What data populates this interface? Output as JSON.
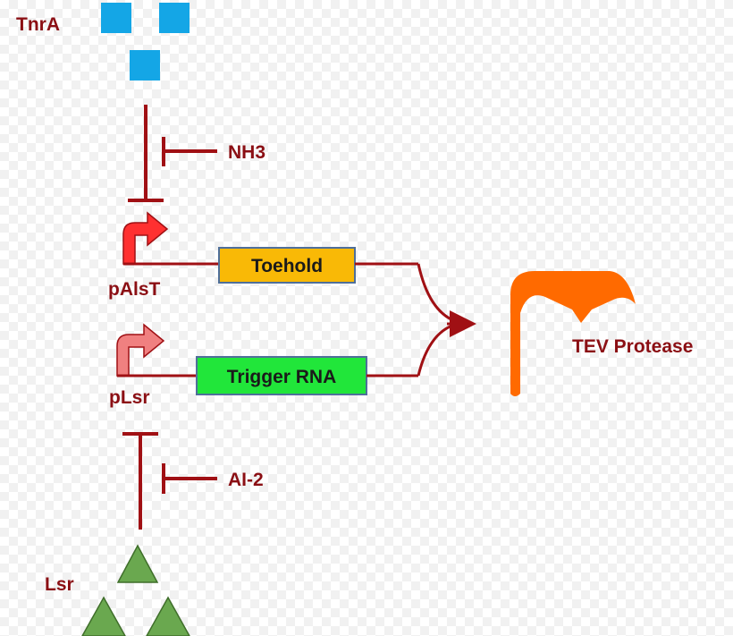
{
  "colors": {
    "line": "#a01014",
    "label": "#8b0f14",
    "tnra_square": "#14a6e6",
    "lsr_triangle": "#6aa84f",
    "lsr_triangle_stroke": "#3f6e2a",
    "toehold_fill": "#f9b906",
    "trigger_fill": "#21e63a",
    "box_stroke": "#4f6f9a",
    "promoter_palst": "#ff3030",
    "promoter_plsr": "#f08080",
    "tev": "#ff6a00"
  },
  "labels": {
    "tnra": "TnrA",
    "nh3": "NH3",
    "palst": "pAlsT",
    "plsr": "pLsr",
    "ai2": "AI-2",
    "lsr": "Lsr",
    "tev": "TEV Protease"
  },
  "boxes": {
    "toehold": "Toehold",
    "trigger": "Trigger RNA"
  }
}
